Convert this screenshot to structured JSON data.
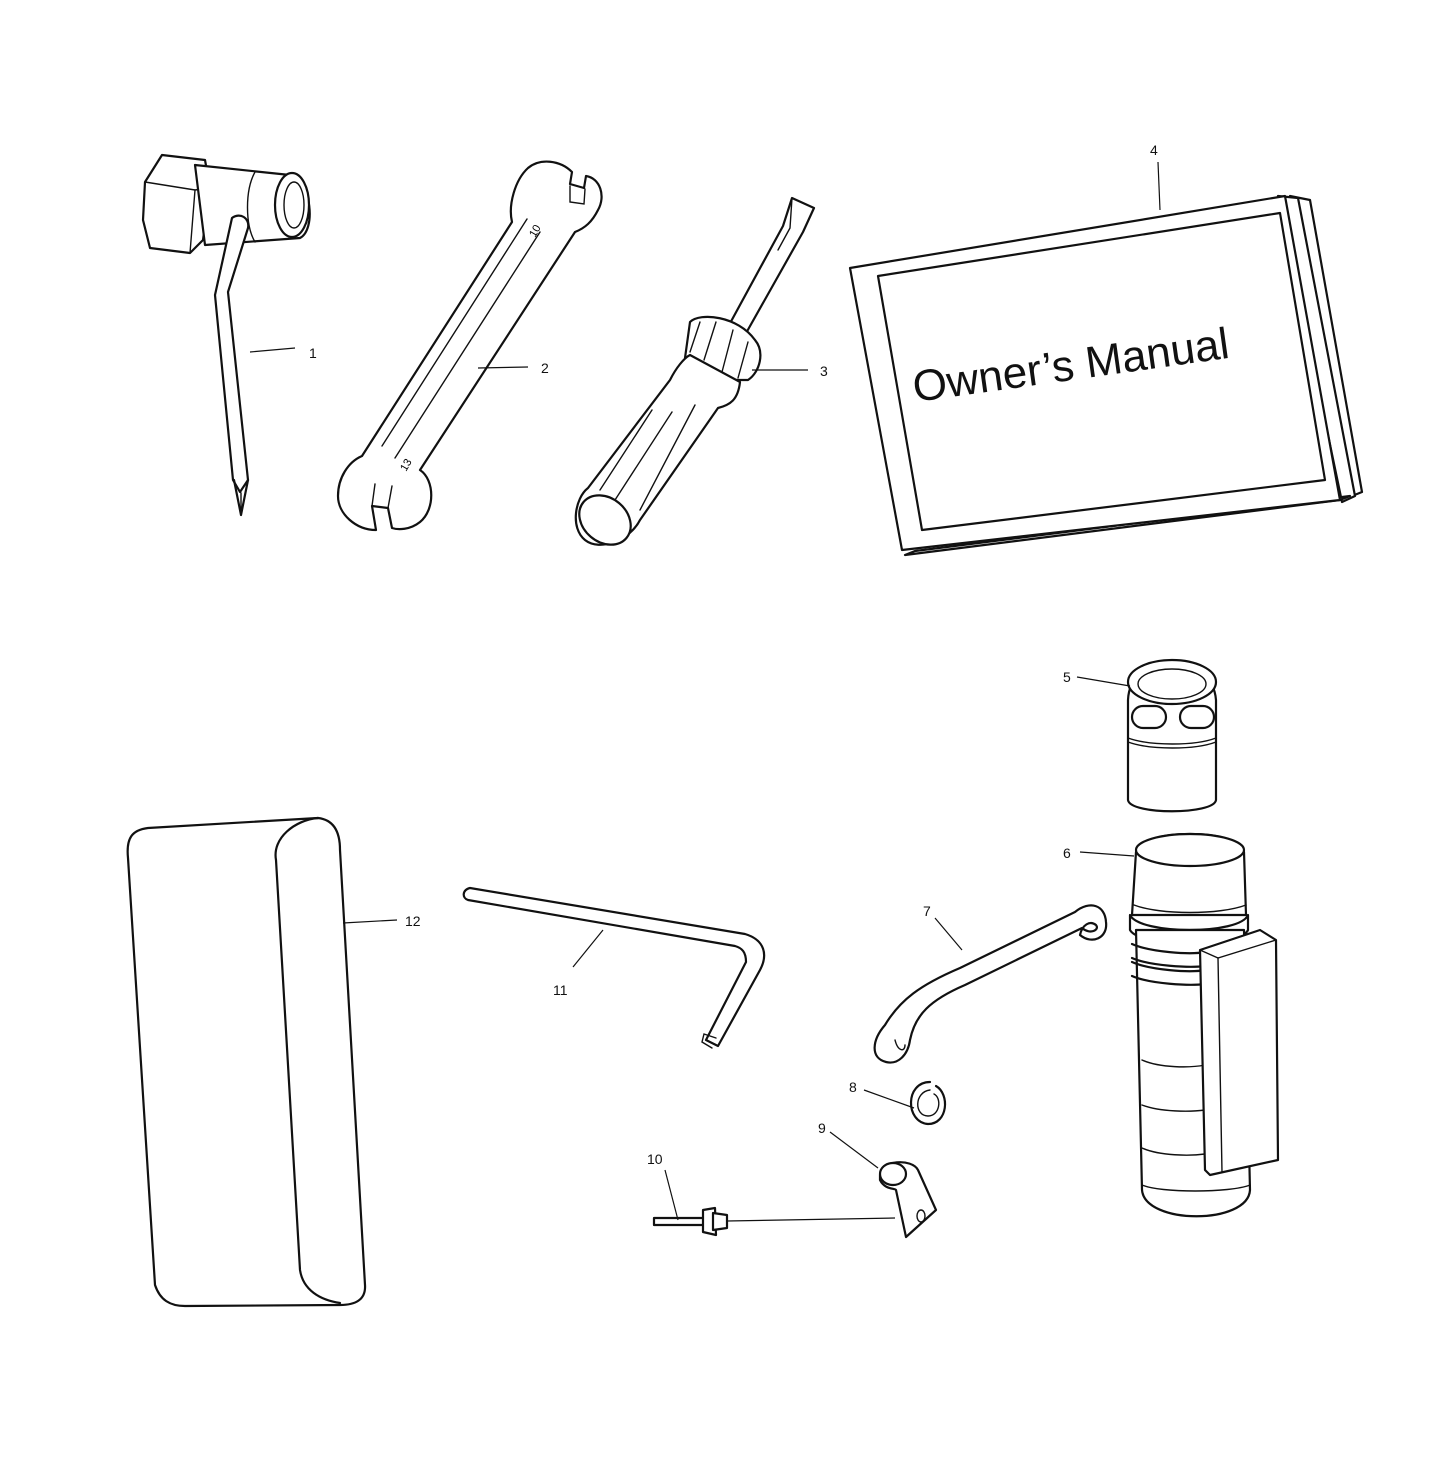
{
  "callouts": {
    "c1": "1",
    "c2": "2",
    "c3": "3",
    "c4": "4",
    "c5": "5",
    "c6": "6",
    "c7": "7",
    "c8": "8",
    "c9": "9",
    "c10": "10",
    "c11": "11",
    "c12": "12"
  },
  "manual": {
    "title": "Owner’s Manual"
  }
}
